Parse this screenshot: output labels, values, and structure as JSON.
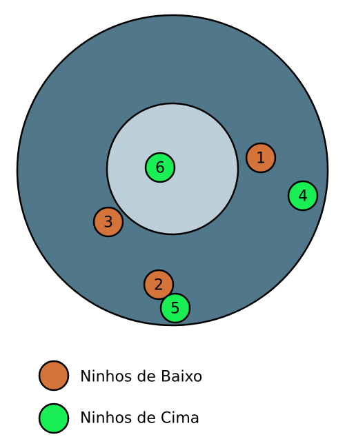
{
  "colors": {
    "outer_ring": "#50788a",
    "inner_zone": "#bccfd8",
    "stroke": "#000000",
    "ninhos_baixo": "#d4733a",
    "ninhos_cima": "#1aee55"
  },
  "nests": [
    {
      "id": "1",
      "label": "1",
      "group": "baixo"
    },
    {
      "id": "2",
      "label": "2",
      "group": "baixo"
    },
    {
      "id": "3",
      "label": "3",
      "group": "baixo"
    },
    {
      "id": "4",
      "label": "4",
      "group": "cima"
    },
    {
      "id": "5",
      "label": "5",
      "group": "cima"
    },
    {
      "id": "6",
      "label": "6",
      "group": "cima"
    }
  ],
  "legend": {
    "baixo_label": "Ninhos de Baixo",
    "cima_label": "Ninhos de Cima"
  }
}
